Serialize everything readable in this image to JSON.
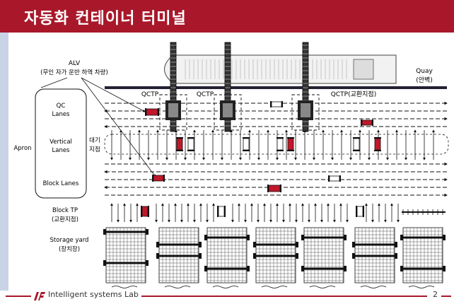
{
  "slide": {
    "title": "자동화 컨테이너 터미널",
    "footer": "Intelligent systems Lab",
    "page_number": "2"
  },
  "diagram": {
    "labels": {
      "alv_title": "ALV",
      "alv_desc": "(무인 자가 운반 하역 차량)",
      "quay_title": "Quay",
      "quay_desc": "(안벽)",
      "qctp_1": "QCTP",
      "qctp_2": "QCTP",
      "qctp_3": "QCTP(교환지점)",
      "qc_lanes_1": "QC",
      "qc_lanes_2": "Lanes",
      "vertical_lanes_1": "Vertical",
      "vertical_lanes_2": "Lanes",
      "block_lanes": "Block  Lanes",
      "apron": "Apron",
      "waiting_point_1": "대기",
      "waiting_point_2": "지점",
      "block_tp_1": "Block  TP",
      "block_tp_2": "(교환지점)",
      "storage_yard_1": "Storage  yard",
      "storage_yard_2": "(장치장)"
    }
  },
  "colors": {
    "brand": "#a8182a",
    "vehicle_red": "#c0182a",
    "line": "#111111"
  }
}
